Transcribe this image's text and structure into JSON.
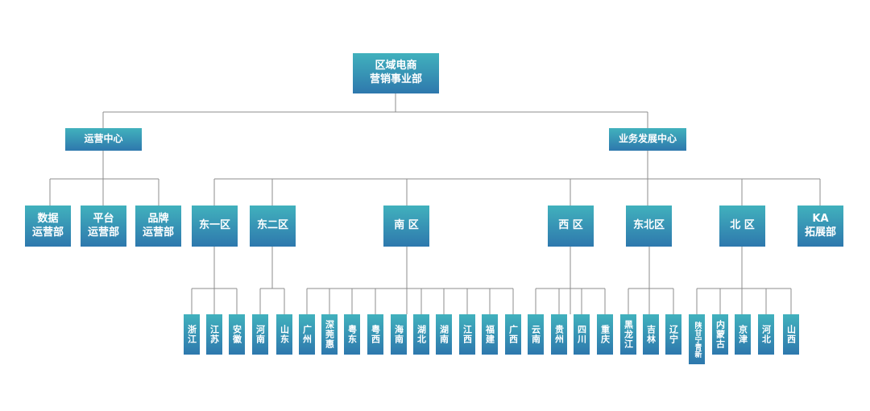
{
  "root": "区域电商\n营销事业部",
  "ops_center": "运营中心",
  "biz_center": "业务发展中心",
  "ops_depts": {
    "data": "数据\n运营部",
    "platform": "平台\n运营部",
    "brand": "品牌\n运营部"
  },
  "regions": {
    "east1": "东一区",
    "east2": "东二区",
    "south": "南 区",
    "west": "西 区",
    "northeast": "东北区",
    "north": "北 区",
    "ka": "KA\n拓展部"
  },
  "provinces": {
    "east1": [
      "浙江",
      "江苏",
      "安徽"
    ],
    "east2": [
      "河南",
      "山东"
    ],
    "south": [
      "广州",
      "深莞惠",
      "粤东",
      "粤西",
      "海南",
      "湖北",
      "湖南",
      "江西",
      "福建",
      "广西"
    ],
    "west": [
      "云南",
      "贵州",
      "四川",
      "重庆"
    ],
    "northeast": [
      "黑龙江",
      "吉林",
      "辽宁"
    ],
    "north": [
      "陕甘宁青新",
      "内蒙古",
      "京津",
      "河北",
      "山西"
    ]
  },
  "colors": {
    "box_top": "#41b1bd",
    "box_bottom": "#2e78ad",
    "connector": "#8c8c8c"
  }
}
